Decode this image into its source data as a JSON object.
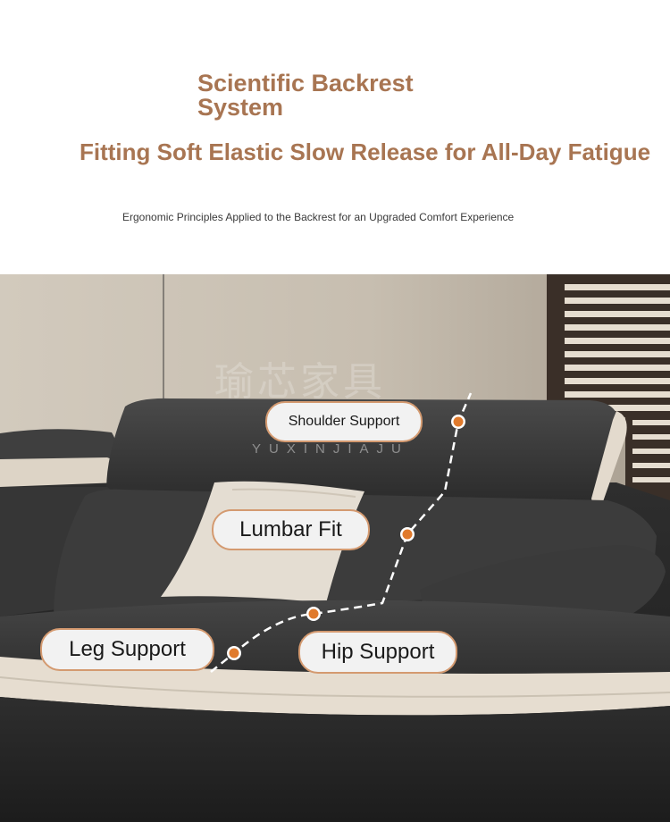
{
  "header": {
    "title": "Scientific Backrest System",
    "subtitle": "Fitting Soft Elastic Slow Release for All-Day Fatigue",
    "description": "Ergonomic Principles Applied to the Backrest for an Upgraded Comfort Experience"
  },
  "watermark": {
    "brand_cn": "瑜芯家具",
    "brand_en": "YUXINJIAJU"
  },
  "callouts": {
    "shoulder": "Shoulder Support",
    "lumbar": "Lumbar Fit",
    "leg": "Leg Support",
    "hip": "Hip Support"
  },
  "colors": {
    "accent": "#a87552",
    "dot": "#e07a2c",
    "pill_border": "#d49a70",
    "pill_fill": "#f2f2f2",
    "sofa_fabric": "#3b3b3b",
    "sofa_trim": "#e8e0d3"
  }
}
